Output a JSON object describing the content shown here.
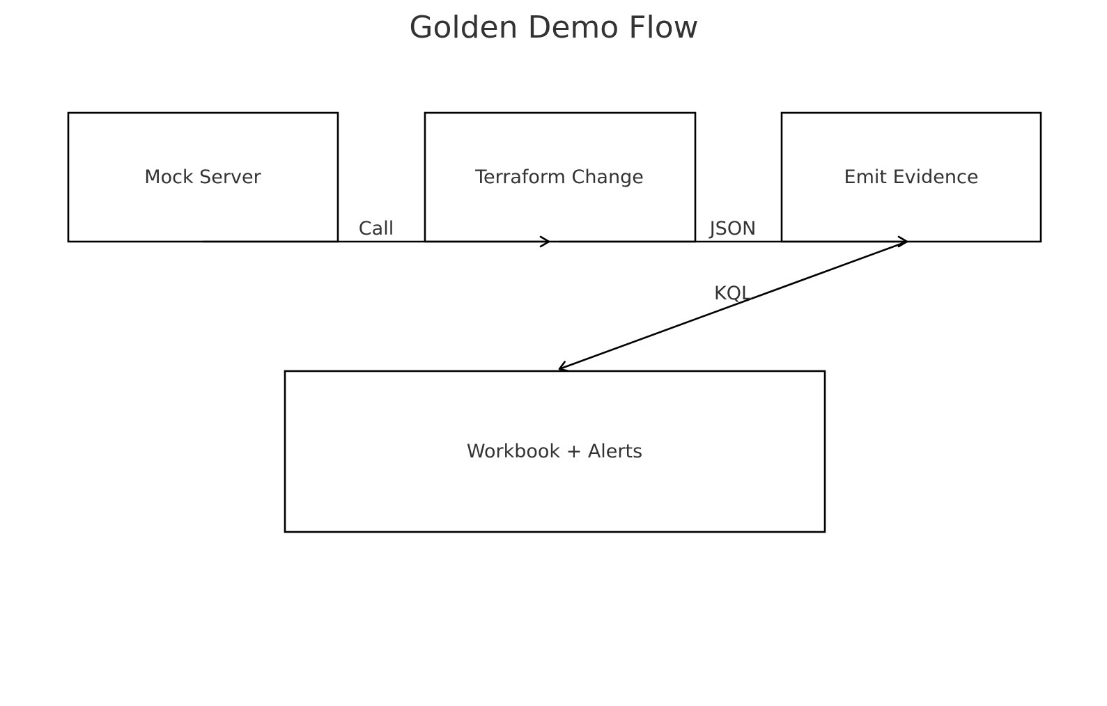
{
  "title": "Golden Demo Flow",
  "nodes": {
    "mock_server": "Mock Server",
    "terraform_change": "Terraform Change",
    "emit_evidence": "Emit Evidence",
    "workbook_alerts": "Workbook + Alerts"
  },
  "edges": {
    "call": "Call",
    "json": "JSON",
    "kql": "KQL"
  },
  "colors": {
    "text": "#333333",
    "stroke": "#000000",
    "background": "#ffffff"
  }
}
